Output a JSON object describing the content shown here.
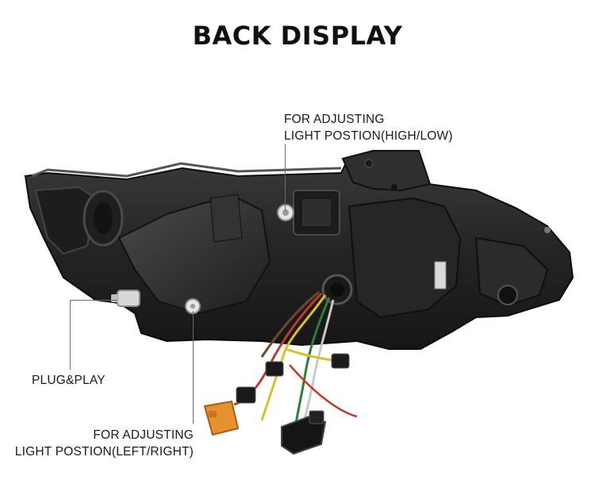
{
  "title": "BACK DISPLAY",
  "callouts": {
    "adjust_high_low": {
      "line1": "FOR ADJUSTING",
      "line2": "LIGHT POSTION(HIGH/LOW)"
    },
    "plug_play": {
      "label": "PLUG&PLAY"
    },
    "adjust_left_right": {
      "line1": "FOR ADJUSTING",
      "line2": "LIGHT POSTION(LEFT/RIGHT)"
    }
  },
  "colors": {
    "background": "#ffffff",
    "housing": "#2a2a2a",
    "connector_orange": "#e8902f",
    "leader_line": "#6b6b6b"
  }
}
